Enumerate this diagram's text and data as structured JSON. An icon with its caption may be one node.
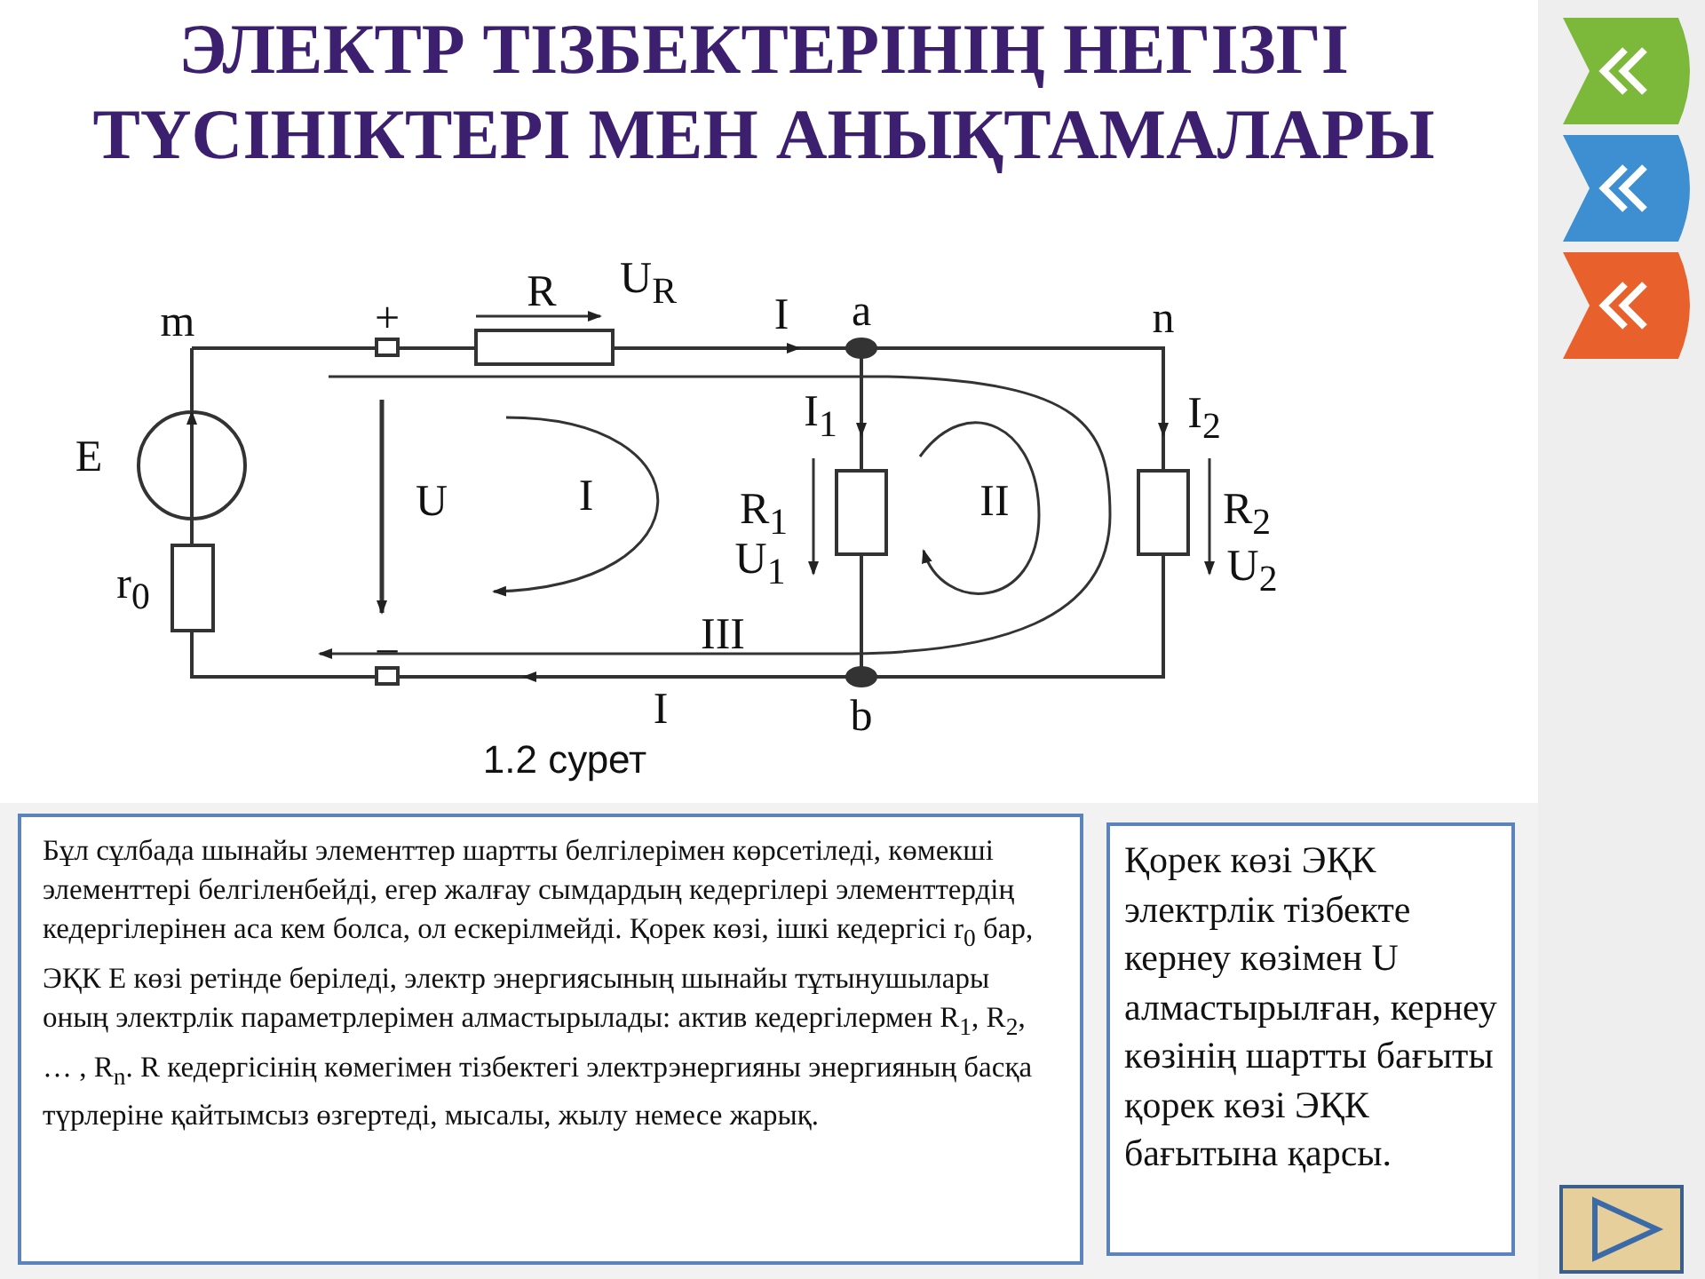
{
  "diagram": {
    "title": "ЭЛЕКТР ТІЗБЕКТЕРІНІҢ НЕГІЗГІ ТҮСІНІКТЕРІ МЕН АНЫҚТАМАЛАРЫ",
    "nodes": [
      {
        "text": [
          "Бұл сұлбада шынайы элементтер шартты белгілерімен көрсетіледі, көмекші элементтері белгіленбейді, егер жалғау сымдардың кедергілері элементтердің кедергілерінен аса кем болса, ол ескерілмейді. Қорек көзі, ішкі кедергісі r$_{0}$ бар, ЭҚК E көзі ретінде беріледі, электр энергиясының шынайы тұтынушылары оның электрлік параметрлерімен алмастырылады: актив кедергілермен R$_{1}$, R$_{2}$, … , R$_{n}$. R кедергісінің көмегімен тізбектегі электрэнергияны энергияның басқа түрлеріне қайтымсыз өзгертеді, мысалы, жылу немесе жарық."
        ]
      },
      {
        "text": [
          "Қорек көзі ЭҚК электрлік тізбекте кернеу көзімен U алмастырылған, кернеу көзінің шартты бағыты қорек көзі ЭҚК бағытына қарсы."
        ]
      }
    ],
    "labels": [
      "R",
      "U$_{R}$",
      "m",
      "+",
      "I",
      "a",
      "n",
      "I$_{1}$",
      "I$_{2}$",
      "E",
      "U",
      "I",
      "II",
      "R$_{1}$",
      "R$_{2}$",
      "U$_{1}$",
      "U$_{2}$",
      "r$_{0}$",
      "III",
      "−",
      "I",
      "b",
      "1.2 сурет"
    ]
  }
}
